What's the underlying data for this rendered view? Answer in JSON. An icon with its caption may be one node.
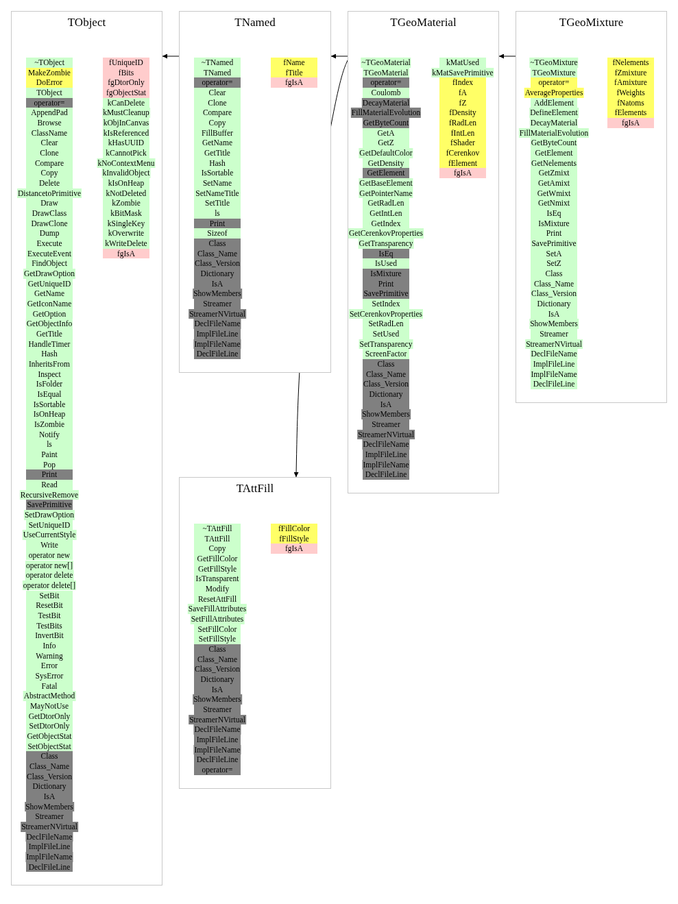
{
  "diagram": {
    "nodes": [
      {
        "text": [
          "TObject"
        ]
      },
      {
        "text": [
          "~TObject"
        ],
        "in": 0
      },
      {
        "text": [
          "MakeZombie"
        ],
        "in": 0
      },
      {
        "text": [
          "DoError"
        ],
        "in": 0
      },
      {
        "text": [
          "TObject"
        ],
        "in": 0
      },
      {
        "text": [
          "operator="
        ],
        "in": 0
      },
      {
        "text": [
          "AppendPad"
        ],
        "in": 0
      },
      {
        "text": [
          "Browse"
        ],
        "in": 0
      },
      {
        "text": [
          "ClassName"
        ],
        "in": 0
      },
      {
        "text": [
          "Clear"
        ],
        "in": 0
      },
      {
        "text": [
          "Clone"
        ],
        "in": 0
      },
      {
        "text": [
          "Compare"
        ],
        "in": 0
      },
      {
        "text": [
          "Copy"
        ],
        "in": 0
      },
      {
        "text": [
          "Delete"
        ],
        "in": 0
      },
      {
        "text": [
          "DistancetoPrimitive"
        ],
        "in": 0
      },
      {
        "text": [
          "Draw"
        ],
        "in": 0
      },
      {
        "text": [
          "DrawClass"
        ],
        "in": 0
      },
      {
        "text": [
          "DrawClone"
        ],
        "in": 0
      },
      {
        "text": [
          "Dump"
        ],
        "in": 0
      },
      {
        "text": [
          "Execute"
        ],
        "in": 0
      },
      {
        "text": [
          "ExecuteEvent"
        ],
        "in": 0
      },
      {
        "text": [
          "FindObject"
        ],
        "in": 0
      },
      {
        "text": [
          "GetDrawOption"
        ],
        "in": 0
      },
      {
        "text": [
          "GetUniqueID"
        ],
        "in": 0
      },
      {
        "text": [
          "GetName"
        ],
        "in": 0
      },
      {
        "text": [
          "GetIconName"
        ],
        "in": 0
      },
      {
        "text": [
          "GetOption"
        ],
        "in": 0
      },
      {
        "text": [
          "GetObjectInfo"
        ],
        "in": 0
      },
      {
        "text": [
          "GetTitle"
        ],
        "in": 0
      },
      {
        "text": [
          "HandleTimer"
        ],
        "in": 0
      },
      {
        "text": [
          "Hash"
        ],
        "in": 0
      },
      {
        "text": [
          "InheritsFrom"
        ],
        "in": 0
      },
      {
        "text": [
          "Inspect"
        ],
        "in": 0
      },
      {
        "text": [
          "IsFolder"
        ],
        "in": 0
      },
      {
        "text": [
          "IsEqual"
        ],
        "in": 0
      },
      {
        "text": [
          "IsSortable"
        ],
        "in": 0
      },
      {
        "text": [
          "IsOnHeap"
        ],
        "in": 0
      },
      {
        "text": [
          "IsZombie"
        ],
        "in": 0
      },
      {
        "text": [
          "Notify"
        ],
        "in": 0
      },
      {
        "text": [
          "ls"
        ],
        "in": 0
      },
      {
        "text": [
          "Paint"
        ],
        "in": 0
      },
      {
        "text": [
          "Pop"
        ],
        "in": 0
      },
      {
        "text": [
          "Print"
        ],
        "in": 0
      },
      {
        "text": [
          "Read"
        ],
        "in": 0
      },
      {
        "text": [
          "RecursiveRemove"
        ],
        "in": 0
      },
      {
        "text": [
          "SavePrimitive"
        ],
        "in": 0
      },
      {
        "text": [
          "SetDrawOption"
        ],
        "in": 0
      },
      {
        "text": [
          "SetUniqueID"
        ],
        "in": 0
      },
      {
        "text": [
          "UseCurrentStyle"
        ],
        "in": 0
      },
      {
        "text": [
          "Write"
        ],
        "in": 0
      },
      {
        "text": [
          "operator new"
        ],
        "in": 0
      },
      {
        "text": [
          "operator new[]"
        ],
        "in": 0
      },
      {
        "text": [
          "operator delete"
        ],
        "in": 0
      },
      {
        "text": [
          "operator delete[]"
        ],
        "in": 0
      },
      {
        "text": [
          "SetBit"
        ],
        "in": 0
      },
      {
        "text": [
          "ResetBit"
        ],
        "in": 0
      },
      {
        "text": [
          "TestBit"
        ],
        "in": 0
      },
      {
        "text": [
          "TestBits"
        ],
        "in": 0
      },
      {
        "text": [
          "InvertBit"
        ],
        "in": 0
      },
      {
        "text": [
          "Info"
        ],
        "in": 0
      },
      {
        "text": [
          "Warning"
        ],
        "in": 0
      },
      {
        "text": [
          "Error"
        ],
        "in": 0
      },
      {
        "text": [
          "SysError"
        ],
        "in": 0
      },
      {
        "text": [
          "Fatal"
        ],
        "in": 0
      },
      {
        "text": [
          "AbstractMethod"
        ],
        "in": 0
      },
      {
        "text": [
          "MayNotUse"
        ],
        "in": 0
      },
      {
        "text": [
          "GetDtorOnly"
        ],
        "in": 0
      },
      {
        "text": [
          "SetDtorOnly"
        ],
        "in": 0
      },
      {
        "text": [
          "GetObjectStat"
        ],
        "in": 0
      },
      {
        "text": [
          "SetObjectStat"
        ],
        "in": 0
      },
      {
        "text": [
          "Class"
        ],
        "in": 0
      },
      {
        "text": [
          "Class_Name"
        ],
        "in": 0
      },
      {
        "text": [
          "Class_Version"
        ],
        "in": 0
      },
      {
        "text": [
          "Dictionary"
        ],
        "in": 0
      },
      {
        "text": [
          "IsA"
        ],
        "in": 0
      },
      {
        "text": [
          "ShowMembers"
        ],
        "in": 0
      },
      {
        "text": [
          "Streamer"
        ],
        "in": 0
      },
      {
        "text": [
          "StreamerNVirtual"
        ],
        "in": 0
      },
      {
        "text": [
          "DeclFileName"
        ],
        "in": 0
      },
      {
        "text": [
          "ImplFileLine"
        ],
        "in": 0
      },
      {
        "text": [
          "ImplFileName"
        ],
        "in": 0
      },
      {
        "text": [
          "DeclFileLine"
        ],
        "in": 0
      },
      {
        "text": [
          "fUniqueID"
        ],
        "in": 0
      },
      {
        "text": [
          "fBits"
        ],
        "in": 0
      },
      {
        "text": [
          "fgDtorOnly"
        ],
        "in": 0
      },
      {
        "text": [
          "fgObjectStat"
        ],
        "in": 0
      },
      {
        "text": [
          "kCanDelete"
        ],
        "in": 0
      },
      {
        "text": [
          "kMustCleanup"
        ],
        "in": 0
      },
      {
        "text": [
          "kObjInCanvas"
        ],
        "in": 0
      },
      {
        "text": [
          "kIsReferenced"
        ],
        "in": 0
      },
      {
        "text": [
          "kHasUUID"
        ],
        "in": 0
      },
      {
        "text": [
          "kCannotPick"
        ],
        "in": 0
      },
      {
        "text": [
          "kNoContextMenu"
        ],
        "in": 0
      },
      {
        "text": [
          "kInvalidObject"
        ],
        "in": 0
      },
      {
        "text": [
          "kIsOnHeap"
        ],
        "in": 0
      },
      {
        "text": [
          "kNotDeleted"
        ],
        "in": 0
      },
      {
        "text": [
          "kZombie"
        ],
        "in": 0
      },
      {
        "text": [
          "kBitMask"
        ],
        "in": 0
      },
      {
        "text": [
          "kSingleKey"
        ],
        "in": 0
      },
      {
        "text": [
          "kOverwrite"
        ],
        "in": 0
      },
      {
        "text": [
          "kWriteDelete"
        ],
        "in": 0
      },
      {
        "text": [
          "fgIsA"
        ],
        "in": 0
      },
      {
        "text": [
          "TNamed"
        ]
      },
      {
        "text": [
          "~TNamed"
        ],
        "in": 102
      },
      {
        "text": [
          "TNamed"
        ],
        "in": 102
      },
      {
        "text": [
          "operator="
        ],
        "in": 102
      },
      {
        "text": [
          "Clear"
        ],
        "in": 102
      },
      {
        "text": [
          "Clone"
        ],
        "in": 102
      },
      {
        "text": [
          "Compare"
        ],
        "in": 102
      },
      {
        "text": [
          "Copy"
        ],
        "in": 102
      },
      {
        "text": [
          "FillBuffer"
        ],
        "in": 102
      },
      {
        "text": [
          "GetName"
        ],
        "in": 102
      },
      {
        "text": [
          "GetTitle"
        ],
        "in": 102
      },
      {
        "text": [
          "Hash"
        ],
        "in": 102
      },
      {
        "text": [
          "IsSortable"
        ],
        "in": 102
      },
      {
        "text": [
          "SetName"
        ],
        "in": 102
      },
      {
        "text": [
          "SetNameTitle"
        ],
        "in": 102
      },
      {
        "text": [
          "SetTitle"
        ],
        "in": 102
      },
      {
        "text": [
          "ls"
        ],
        "in": 102
      },
      {
        "text": [
          "Print"
        ],
        "in": 102
      },
      {
        "text": [
          "Sizeof"
        ],
        "in": 102
      },
      {
        "text": [
          "Class"
        ],
        "in": 102
      },
      {
        "text": [
          "Class_Name"
        ],
        "in": 102
      },
      {
        "text": [
          "Class_Version"
        ],
        "in": 102
      },
      {
        "text": [
          "Dictionary"
        ],
        "in": 102
      },
      {
        "text": [
          "IsA"
        ],
        "in": 102
      },
      {
        "text": [
          "ShowMembers"
        ],
        "in": 102
      },
      {
        "text": [
          "Streamer"
        ],
        "in": 102
      },
      {
        "text": [
          "StreamerNVirtual"
        ],
        "in": 102
      },
      {
        "text": [
          "DeclFileName"
        ],
        "in": 102
      },
      {
        "text": [
          "ImplFileLine"
        ],
        "in": 102
      },
      {
        "text": [
          "ImplFileName"
        ],
        "in": 102
      },
      {
        "text": [
          "DeclFileLine"
        ],
        "in": 102
      },
      {
        "text": [
          "fName"
        ],
        "in": 102
      },
      {
        "text": [
          "fTitle"
        ],
        "in": 102
      },
      {
        "text": [
          "fgIsA"
        ],
        "in": 102
      },
      {
        "text": [
          "TGeoMaterial"
        ]
      },
      {
        "text": [
          "~TGeoMaterial"
        ],
        "in": 136
      },
      {
        "text": [
          "TGeoMaterial"
        ],
        "in": 136
      },
      {
        "text": [
          "operator="
        ],
        "in": 136
      },
      {
        "text": [
          "Coulomb"
        ],
        "in": 136
      },
      {
        "text": [
          "DecayMaterial"
        ],
        "in": 136
      },
      {
        "text": [
          "FillMaterialEvolution"
        ],
        "in": 136
      },
      {
        "text": [
          "GetByteCount"
        ],
        "in": 136
      },
      {
        "text": [
          "GetA"
        ],
        "in": 136
      },
      {
        "text": [
          "GetZ"
        ],
        "in": 136
      },
      {
        "text": [
          "GetDefaultColor"
        ],
        "in": 136
      },
      {
        "text": [
          "GetDensity"
        ],
        "in": 136
      },
      {
        "text": [
          "GetElement"
        ],
        "in": 136
      },
      {
        "text": [
          "GetBaseElement"
        ],
        "in": 136
      },
      {
        "text": [
          "GetPointerName"
        ],
        "in": 136
      },
      {
        "text": [
          "GetRadLen"
        ],
        "in": 136
      },
      {
        "text": [
          "GetIntLen"
        ],
        "in": 136
      },
      {
        "text": [
          "GetIndex"
        ],
        "in": 136
      },
      {
        "text": [
          "GetCerenkovProperties"
        ],
        "in": 136
      },
      {
        "text": [
          "GetTransparency"
        ],
        "in": 136
      },
      {
        "text": [
          "IsEq"
        ],
        "in": 136
      },
      {
        "text": [
          "IsUsed"
        ],
        "in": 136
      },
      {
        "text": [
          "IsMixture"
        ],
        "in": 136
      },
      {
        "text": [
          "Print"
        ],
        "in": 136
      },
      {
        "text": [
          "SavePrimitive"
        ],
        "in": 136
      },
      {
        "text": [
          "SetIndex"
        ],
        "in": 136
      },
      {
        "text": [
          "SetCerenkovProperties"
        ],
        "in": 136
      },
      {
        "text": [
          "SetRadLen"
        ],
        "in": 136
      },
      {
        "text": [
          "SetUsed"
        ],
        "in": 136
      },
      {
        "text": [
          "SetTransparency"
        ],
        "in": 136
      },
      {
        "text": [
          "ScreenFactor"
        ],
        "in": 136
      },
      {
        "text": [
          "Class"
        ],
        "in": 136
      },
      {
        "text": [
          "Class_Name"
        ],
        "in": 136
      },
      {
        "text": [
          "Class_Version"
        ],
        "in": 136
      },
      {
        "text": [
          "Dictionary"
        ],
        "in": 136
      },
      {
        "text": [
          "IsA"
        ],
        "in": 136
      },
      {
        "text": [
          "ShowMembers"
        ],
        "in": 136
      },
      {
        "text": [
          "Streamer"
        ],
        "in": 136
      },
      {
        "text": [
          "StreamerNVirtual"
        ],
        "in": 136
      },
      {
        "text": [
          "DeclFileName"
        ],
        "in": 136
      },
      {
        "text": [
          "ImplFileLine"
        ],
        "in": 136
      },
      {
        "text": [
          "ImplFileName"
        ],
        "in": 136
      },
      {
        "text": [
          "DeclFileLine"
        ],
        "in": 136
      },
      {
        "text": [
          "kMatUsed"
        ],
        "in": 136
      },
      {
        "text": [
          "kMatSavePrimitive"
        ],
        "in": 136
      },
      {
        "text": [
          "fIndex"
        ],
        "in": 136
      },
      {
        "text": [
          "fA"
        ],
        "in": 136
      },
      {
        "text": [
          "fZ"
        ],
        "in": 136
      },
      {
        "text": [
          "fDensity"
        ],
        "in": 136
      },
      {
        "text": [
          "fRadLen"
        ],
        "in": 136
      },
      {
        "text": [
          "fIntLen"
        ],
        "in": 136
      },
      {
        "text": [
          "fShader"
        ],
        "in": 136
      },
      {
        "text": [
          "fCerenkov"
        ],
        "in": 136
      },
      {
        "text": [
          "fElement"
        ],
        "in": 136
      },
      {
        "text": [
          "fgIsA"
        ],
        "in": 136
      },
      {
        "text": [
          "TGeoMixture"
        ]
      },
      {
        "text": [
          "~TGeoMixture"
        ],
        "in": 191
      },
      {
        "text": [
          "TGeoMixture"
        ],
        "in": 191
      },
      {
        "text": [
          "operator="
        ],
        "in": 191
      },
      {
        "text": [
          "AverageProperties"
        ],
        "in": 191
      },
      {
        "text": [
          "AddElement"
        ],
        "in": 191
      },
      {
        "text": [
          "DefineElement"
        ],
        "in": 191
      },
      {
        "text": [
          "DecayMaterial"
        ],
        "in": 191
      },
      {
        "text": [
          "FillMaterialEvolution"
        ],
        "in": 191
      },
      {
        "text": [
          "GetByteCount"
        ],
        "in": 191
      },
      {
        "text": [
          "GetElement"
        ],
        "in": 191
      },
      {
        "text": [
          "GetNelements"
        ],
        "in": 191
      },
      {
        "text": [
          "GetZmixt"
        ],
        "in": 191
      },
      {
        "text": [
          "GetAmixt"
        ],
        "in": 191
      },
      {
        "text": [
          "GetWmixt"
        ],
        "in": 191
      },
      {
        "text": [
          "GetNmixt"
        ],
        "in": 191
      },
      {
        "text": [
          "IsEq"
        ],
        "in": 191
      },
      {
        "text": [
          "IsMixture"
        ],
        "in": 191
      },
      {
        "text": [
          "Print"
        ],
        "in": 191
      },
      {
        "text": [
          "SavePrimitive"
        ],
        "in": 191
      },
      {
        "text": [
          "SetA"
        ],
        "in": 191
      },
      {
        "text": [
          "SetZ"
        ],
        "in": 191
      },
      {
        "text": [
          "Class"
        ],
        "in": 191
      },
      {
        "text": [
          "Class_Name"
        ],
        "in": 191
      },
      {
        "text": [
          "Class_Version"
        ],
        "in": 191
      },
      {
        "text": [
          "Dictionary"
        ],
        "in": 191
      },
      {
        "text": [
          "IsA"
        ],
        "in": 191
      },
      {
        "text": [
          "ShowMembers"
        ],
        "in": 191
      },
      {
        "text": [
          "Streamer"
        ],
        "in": 191
      },
      {
        "text": [
          "StreamerNVirtual"
        ],
        "in": 191
      },
      {
        "text": [
          "DeclFileName"
        ],
        "in": 191
      },
      {
        "text": [
          "ImplFileLine"
        ],
        "in": 191
      },
      {
        "text": [
          "ImplFileName"
        ],
        "in": 191
      },
      {
        "text": [
          "DeclFileLine"
        ],
        "in": 191
      },
      {
        "text": [
          "fNelements"
        ],
        "in": 191
      },
      {
        "text": [
          "fZmixture"
        ],
        "in": 191
      },
      {
        "text": [
          "fAmixture"
        ],
        "in": 191
      },
      {
        "text": [
          "fWeights"
        ],
        "in": 191
      },
      {
        "text": [
          "fNatoms"
        ],
        "in": 191
      },
      {
        "text": [
          "fElements"
        ],
        "in": 191
      },
      {
        "text": [
          "fgIsA"
        ],
        "in": 191
      },
      {
        "text": [
          "TAttFill"
        ]
      },
      {
        "text": [
          "~TAttFill"
        ],
        "in": 232
      },
      {
        "text": [
          "TAttFill"
        ],
        "in": 232
      },
      {
        "text": [
          "Copy"
        ],
        "in": 232
      },
      {
        "text": [
          "GetFillColor"
        ],
        "in": 232
      },
      {
        "text": [
          "GetFillStyle"
        ],
        "in": 232
      },
      {
        "text": [
          "IsTransparent"
        ],
        "in": 232
      },
      {
        "text": [
          "Modify"
        ],
        "in": 232
      },
      {
        "text": [
          "ResetAttFill"
        ],
        "in": 232
      },
      {
        "text": [
          "SaveFillAttributes"
        ],
        "in": 232
      },
      {
        "text": [
          "SetFillAttributes"
        ],
        "in": 232
      },
      {
        "text": [
          "SetFillColor"
        ],
        "in": 232
      },
      {
        "text": [
          "SetFillStyle"
        ],
        "in": 232
      },
      {
        "text": [
          "Class"
        ],
        "in": 232
      },
      {
        "text": [
          "Class_Name"
        ],
        "in": 232
      },
      {
        "text": [
          "Class_Version"
        ],
        "in": 232
      },
      {
        "text": [
          "Dictionary"
        ],
        "in": 232
      },
      {
        "text": [
          "IsA"
        ],
        "in": 232
      },
      {
        "text": [
          "ShowMembers"
        ],
        "in": 232
      },
      {
        "text": [
          "Streamer"
        ],
        "in": 232
      },
      {
        "text": [
          "StreamerNVirtual"
        ],
        "in": 232
      },
      {
        "text": [
          "DeclFileName"
        ],
        "in": 232
      },
      {
        "text": [
          "ImplFileLine"
        ],
        "in": 232
      },
      {
        "text": [
          "ImplFileName"
        ],
        "in": 232
      },
      {
        "text": [
          "DeclFileLine"
        ],
        "in": 232
      },
      {
        "text": [
          "operator="
        ],
        "in": 232
      },
      {
        "text": [
          "fFillColor"
        ],
        "in": 232
      },
      {
        "text": [
          "fFillStyle"
        ],
        "in": 232
      },
      {
        "text": [
          "fgIsA"
        ],
        "in": 232
      }
    ],
    "edges": [
      {
        "from": 102,
        "to": 0,
        "arrow": "to"
      },
      {
        "from": 136,
        "to": 102,
        "arrow": "to"
      },
      {
        "from": 191,
        "to": 136,
        "arrow": "to"
      },
      {
        "from": 136,
        "to": 232,
        "arrow": "to"
      }
    ]
  }
}
